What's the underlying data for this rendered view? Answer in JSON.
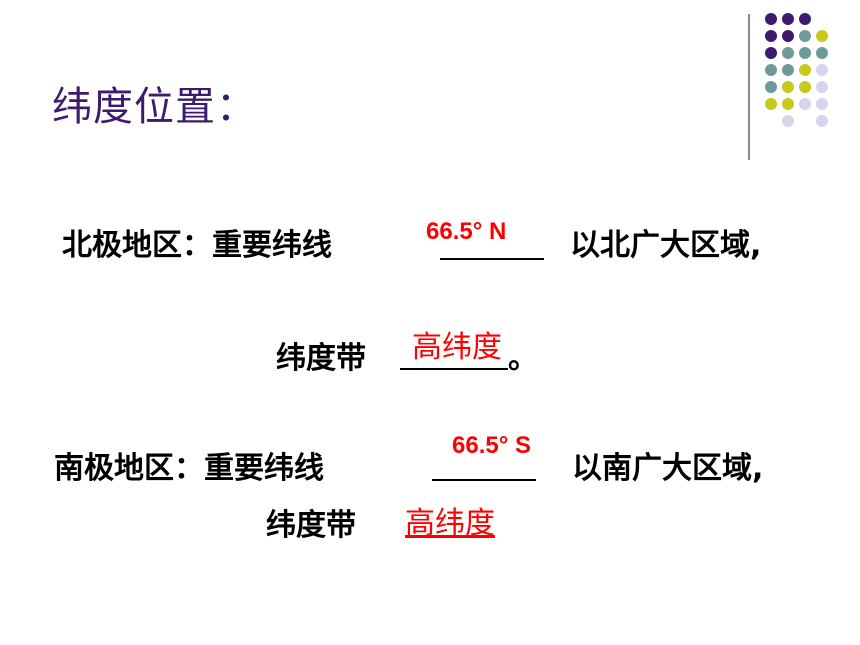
{
  "slide": {
    "title": "纬度位置：",
    "north": {
      "prefix": "北极地区：重要纬线",
      "suffix": "以北广大区域,",
      "answer_latitude": "66.5° N",
      "band_label": "纬度带",
      "answer_band": "高纬度",
      "end": "。"
    },
    "south": {
      "prefix": "南极地区：重要纬线",
      "suffix": "以南广大区域,",
      "answer_latitude": "66.5° S",
      "band_label": "纬度带",
      "answer_band": "高纬度"
    }
  },
  "colors": {
    "title": "#3d1a6e",
    "answer": "#ff0000",
    "dot_purple": "#3d1a6e",
    "dot_teal": "#6f9a9a",
    "dot_lime": "#c8c81e",
    "dot_lavender": "#d6d6ea"
  }
}
